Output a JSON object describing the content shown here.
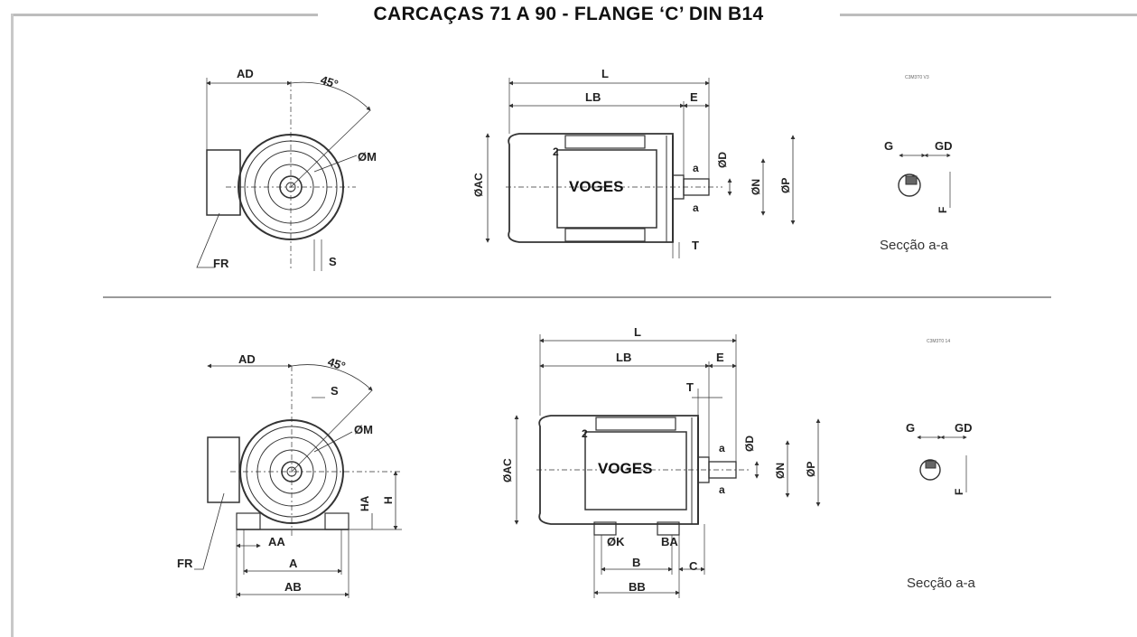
{
  "title": "CARCAÇAS 71 A 90 - FLANGE ‘C’ DIN B14",
  "top": {
    "front": {
      "ad": "AD",
      "angle": "45°",
      "m": "ØM",
      "fr": "FR",
      "s": "S"
    },
    "side": {
      "l": "L",
      "lb": "LB",
      "e": "E",
      "ac": "ØAC",
      "d": "ØD",
      "n": "ØN",
      "p": "ØP",
      "t": "T",
      "a1": "a",
      "a2": "a",
      "logo": "VOGES",
      "num": "2"
    },
    "section": {
      "code": "C3M3T0 V3",
      "g": "G",
      "gd": "GD",
      "f": "F",
      "caption": "Secção a-a"
    }
  },
  "bottom": {
    "front": {
      "ad": "AD",
      "angle": "45°",
      "s": "S",
      "m": "ØM",
      "ha": "HA",
      "h": "H",
      "aa": "AA",
      "fr": "FR",
      "a": "A",
      "ab": "AB"
    },
    "side": {
      "l": "L",
      "lb": "LB",
      "e": "E",
      "t": "T",
      "ac": "ØAC",
      "d": "ØD",
      "n": "ØN",
      "p": "ØP",
      "a1": "a",
      "a2": "a",
      "k": "ØK",
      "ba": "BA",
      "b": "B",
      "c": "C",
      "bb": "BB",
      "logo": "VOGES",
      "num": "2"
    },
    "section": {
      "code": "C3M3T0 14",
      "g": "G",
      "gd": "GD",
      "f": "F",
      "caption": "Secção a-a"
    }
  }
}
